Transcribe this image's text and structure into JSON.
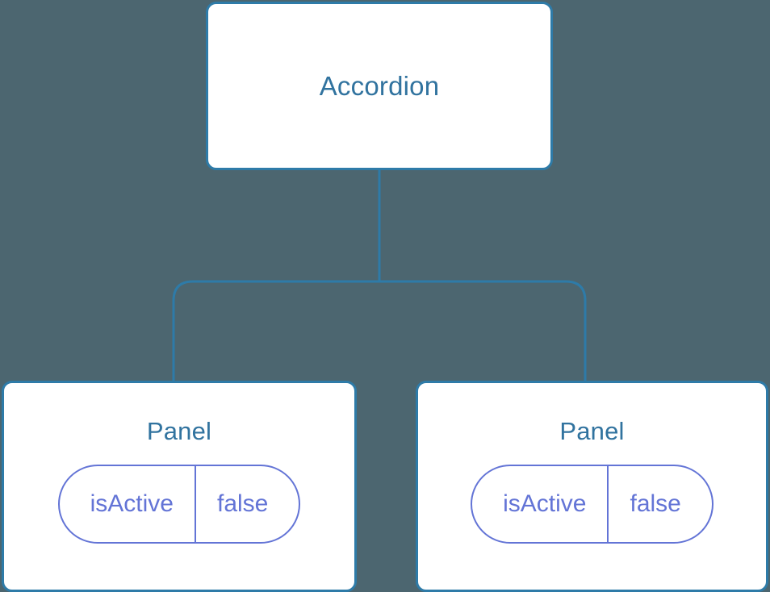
{
  "diagram": {
    "type": "component-tree",
    "background_color": "#4c6670",
    "node_border_color": "#2e7ba8",
    "node_title_color": "#31739f",
    "prop_color": "#6374d6",
    "connector_color": "#2e7ba8"
  },
  "root": {
    "title": "Accordion"
  },
  "children": [
    {
      "title": "Panel",
      "prop": {
        "key": "isActive",
        "value": "false"
      }
    },
    {
      "title": "Panel",
      "prop": {
        "key": "isActive",
        "value": "false"
      }
    }
  ]
}
